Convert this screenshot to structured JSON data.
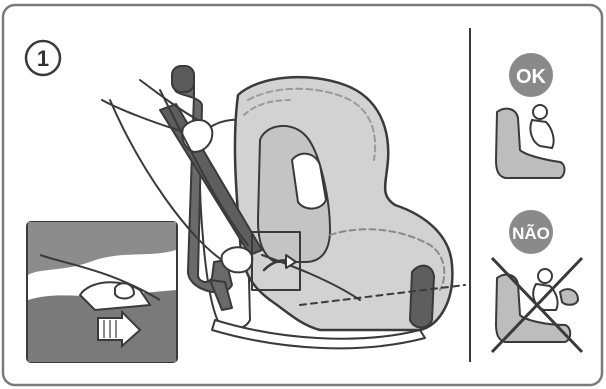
{
  "step": {
    "number": "1"
  },
  "correct": {
    "label": "OK"
  },
  "incorrect": {
    "label": "NÃO"
  },
  "colors": {
    "frame": "#7a7a7a",
    "seat_fill": "#d2d2d2",
    "seat_dark": "#9a9a9a",
    "ink": "#3a3a3a",
    "badge": "#8a8a8a",
    "inset_bg": "#8c8c8c"
  },
  "icons": [
    "step-number-badge",
    "infant-car-seat",
    "carry-handle",
    "hand",
    "seat-belt",
    "arrow",
    "ok-badge",
    "no-badge",
    "x-mark"
  ]
}
